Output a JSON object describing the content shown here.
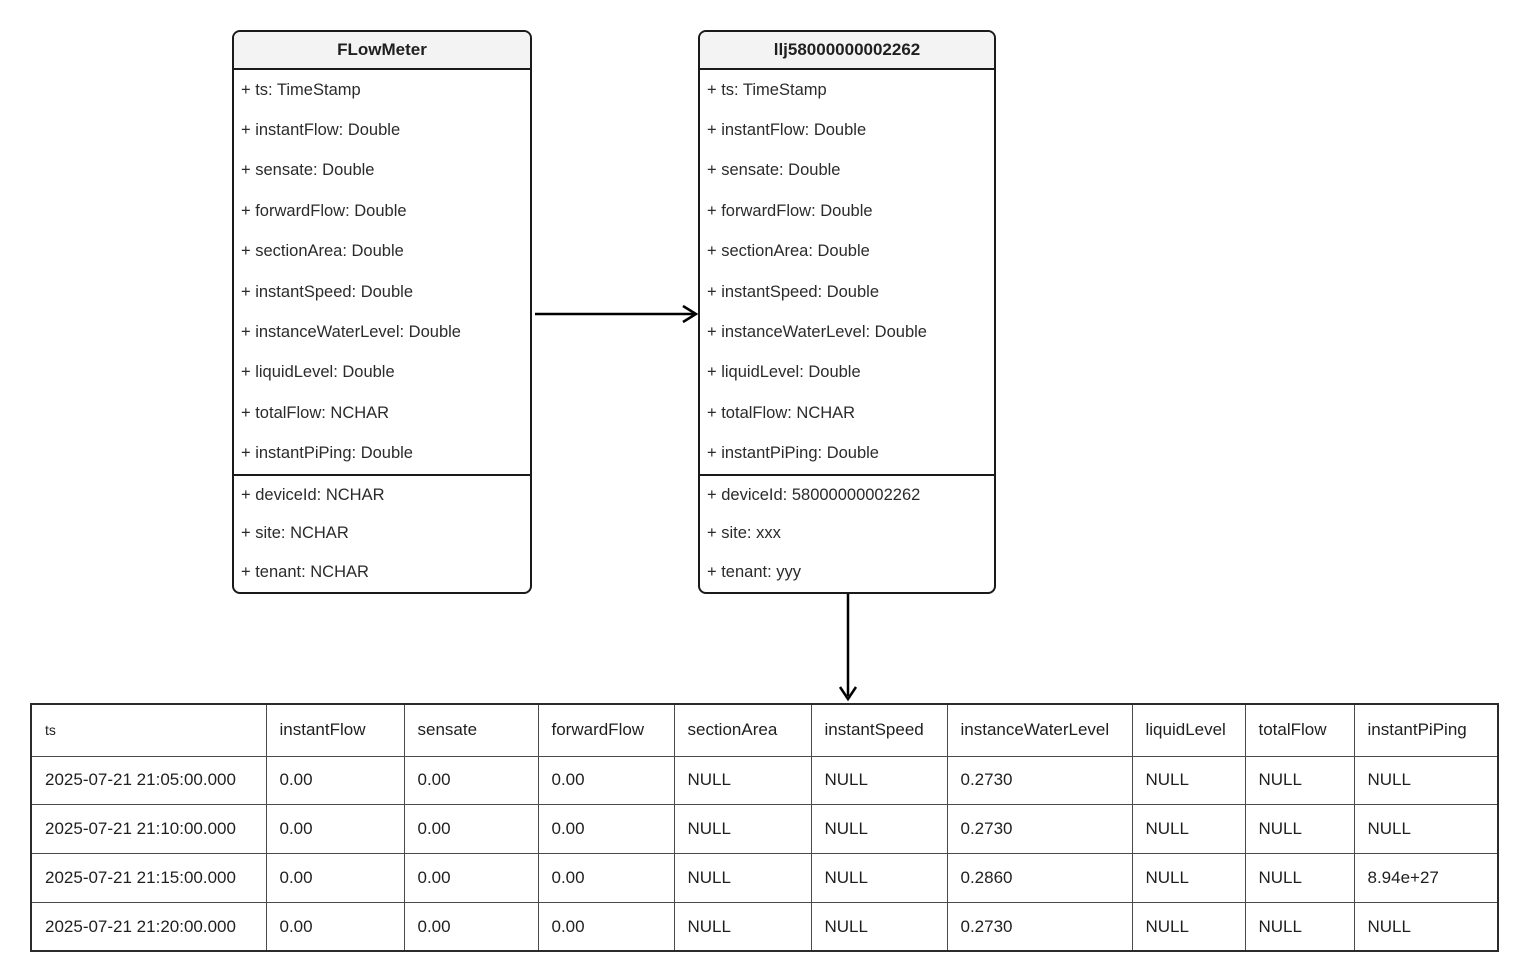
{
  "colors": {
    "box_border": "#1a1a1a",
    "box_title_background": "#f3f3f3",
    "text": "#262626",
    "table_inner_border": "#4a4a4a",
    "table_outer_border": "#2b2b2b"
  },
  "supertable": {
    "title": "FLowMeter",
    "attributes": [
      "+ ts: TimeStamp",
      "+ instantFlow: Double",
      "+ sensate: Double",
      "+ forwardFlow: Double",
      "+ sectionArea: Double",
      "+ instantSpeed: Double",
      "+ instanceWaterLevel: Double",
      "+ liquidLevel: Double",
      "+ totalFlow: NCHAR",
      "+ instantPiPing: Double"
    ],
    "tags": [
      "+ deviceId: NCHAR",
      "+ site: NCHAR",
      "+ tenant: NCHAR"
    ]
  },
  "subtable": {
    "title": "llj58000000002262",
    "attributes": [
      "+ ts: TimeStamp",
      "+ instantFlow: Double",
      "+ sensate: Double",
      "+ forwardFlow: Double",
      "+ sectionArea: Double",
      "+ instantSpeed: Double",
      "+ instanceWaterLevel: Double",
      "+ liquidLevel: Double",
      "+ totalFlow: NCHAR",
      "+ instantPiPing: Double"
    ],
    "tags": [
      "+ deviceId: 58000000002262",
      "+ site: xxx",
      "+ tenant: yyy"
    ]
  },
  "data_table": {
    "headers": [
      "ts",
      "instantFlow",
      "sensate",
      "forwardFlow",
      "sectionArea",
      "instantSpeed",
      "instanceWaterLevel",
      "liquidLevel",
      "totalFlow",
      "instantPiPing"
    ],
    "rows": [
      [
        "2025-07-21 21:05:00.000",
        "0.00",
        "0.00",
        "0.00",
        "NULL",
        "NULL",
        "0.2730",
        "NULL",
        "NULL",
        "NULL"
      ],
      [
        "2025-07-21 21:10:00.000",
        "0.00",
        "0.00",
        "0.00",
        "NULL",
        "NULL",
        "0.2730",
        "NULL",
        "NULL",
        "NULL"
      ],
      [
        "2025-07-21 21:15:00.000",
        "0.00",
        "0.00",
        "0.00",
        "NULL",
        "NULL",
        "0.2860",
        "NULL",
        "NULL",
        "8.94e+27"
      ],
      [
        "2025-07-21 21:20:00.000",
        "0.00",
        "0.00",
        "0.00",
        "NULL",
        "NULL",
        "0.2730",
        "NULL",
        "NULL",
        "NULL"
      ]
    ]
  }
}
